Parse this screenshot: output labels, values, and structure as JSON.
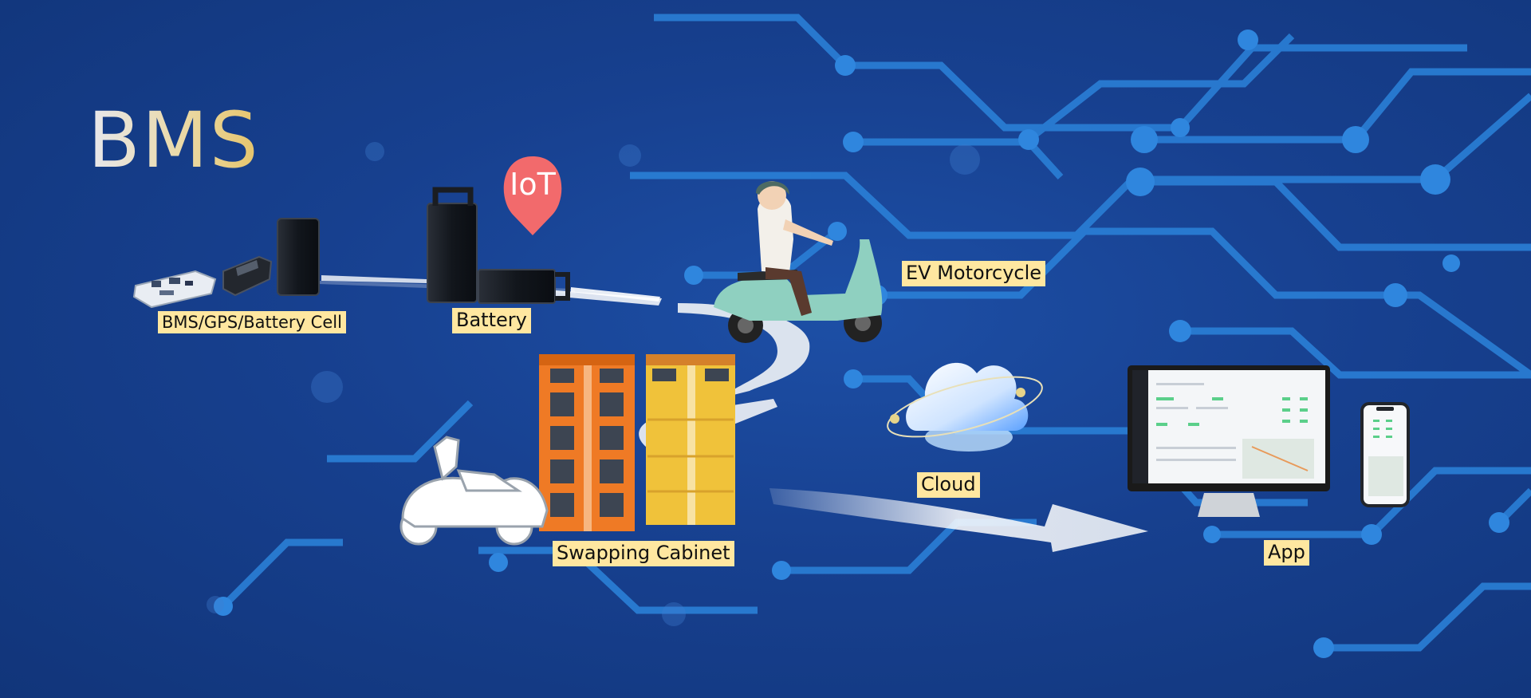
{
  "title": "BMS",
  "iot_badge": "IoT",
  "nodes": {
    "bms_gps_cell": "BMS/GPS/Battery Cell",
    "battery": "Battery",
    "ev_motorcycle": "EV Motorcycle",
    "swapping_cabinet": "Swapping Cabinet",
    "cloud": "Cloud",
    "app": "App"
  },
  "colors": {
    "background": "#143a86",
    "circuit": "#2a7fd6",
    "label_bg": "#ffe7a0",
    "iot_pin": "#f26a6c",
    "cabinet_orange": "#ef7a25",
    "cabinet_yellow": "#f0c23a",
    "scooter": "#8fd0c0"
  },
  "icons": [
    "bms-board-icon",
    "battery-cell-icon",
    "battery-pack-icon",
    "iot-pin-icon",
    "ev-motorcycle-icon",
    "swapping-cabinet-icon",
    "scooter-outline-icon",
    "cloud-icon",
    "monitor-icon",
    "phone-icon",
    "flow-arrow-icon"
  ]
}
